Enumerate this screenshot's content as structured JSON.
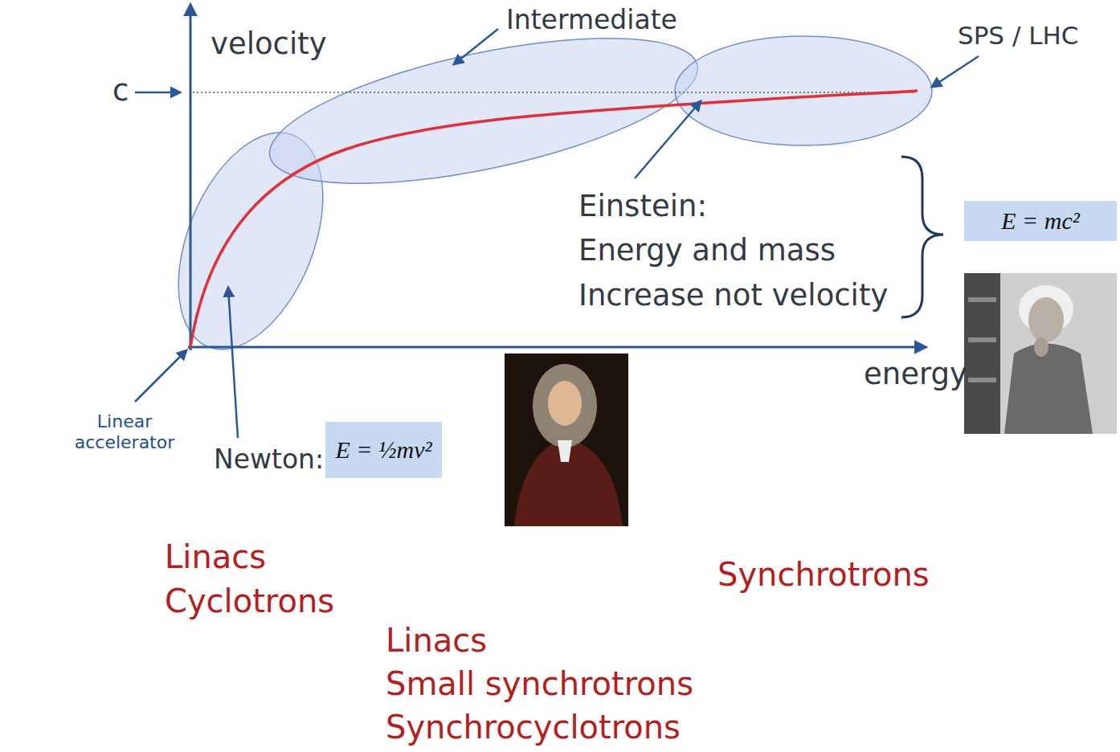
{
  "diagram": {
    "nodes": [
      {
        "text": [
          "E = mc²"
        ]
      },
      {
        "text": [
          "E = ½mv²"
        ]
      }
    ],
    "labels": [
      "velocity",
      "c",
      "Intermediate",
      "SPS / LHC",
      "Einstein:",
      "Energy and mass",
      "Increase not velocity",
      "energy",
      "Linear accelerator",
      "Newton:",
      "Linacs",
      "Cyclotrons",
      "Synchrotrons",
      "Linacs",
      "Small synchrotrons",
      "Synchrocyclotrons"
    ]
  }
}
